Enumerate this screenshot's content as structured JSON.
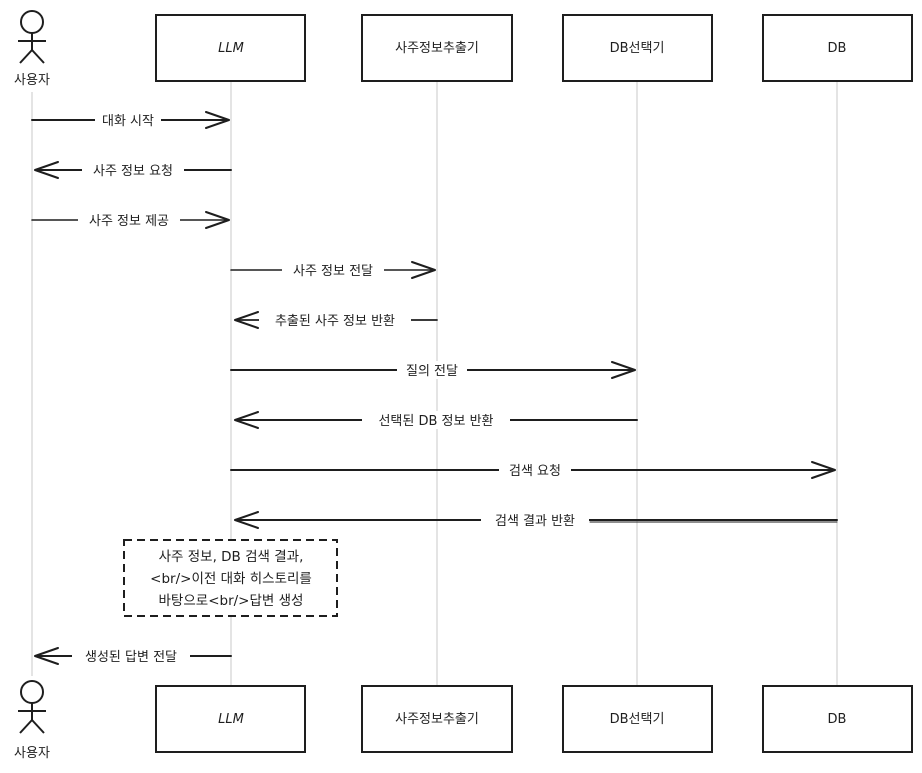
{
  "participants": [
    {
      "id": "user",
      "label": "사용자",
      "kind": "actor"
    },
    {
      "id": "llm",
      "label": "LLM",
      "kind": "box"
    },
    {
      "id": "extractor",
      "label": "사주정보추출기",
      "kind": "box"
    },
    {
      "id": "dbselector",
      "label": "DB선택기",
      "kind": "box"
    },
    {
      "id": "db",
      "label": "DB",
      "kind": "box"
    }
  ],
  "messages": [
    {
      "from": "user",
      "to": "llm",
      "label": "대화 시작"
    },
    {
      "from": "llm",
      "to": "user",
      "label": "사주 정보 요청"
    },
    {
      "from": "user",
      "to": "llm",
      "label": "사주 정보 제공"
    },
    {
      "from": "llm",
      "to": "extractor",
      "label": "사주 정보 전달"
    },
    {
      "from": "extractor",
      "to": "llm",
      "label": "추출된 사주 정보 반환"
    },
    {
      "from": "llm",
      "to": "dbselector",
      "label": "질의 전달"
    },
    {
      "from": "dbselector",
      "to": "llm",
      "label": "선택된 DB 정보 반환"
    },
    {
      "from": "llm",
      "to": "db",
      "label": "검색 요청"
    },
    {
      "from": "db",
      "to": "llm",
      "label": "검색 결과 반환"
    },
    {
      "from": "llm",
      "to": "user",
      "label": "생성된 답변 전달"
    }
  ],
  "note": {
    "lines": [
      "사주 정보, DB 검색 결과,",
      "<br/>이전 대화 히스토리를",
      "바탕으로<br/>답변 생성"
    ]
  }
}
